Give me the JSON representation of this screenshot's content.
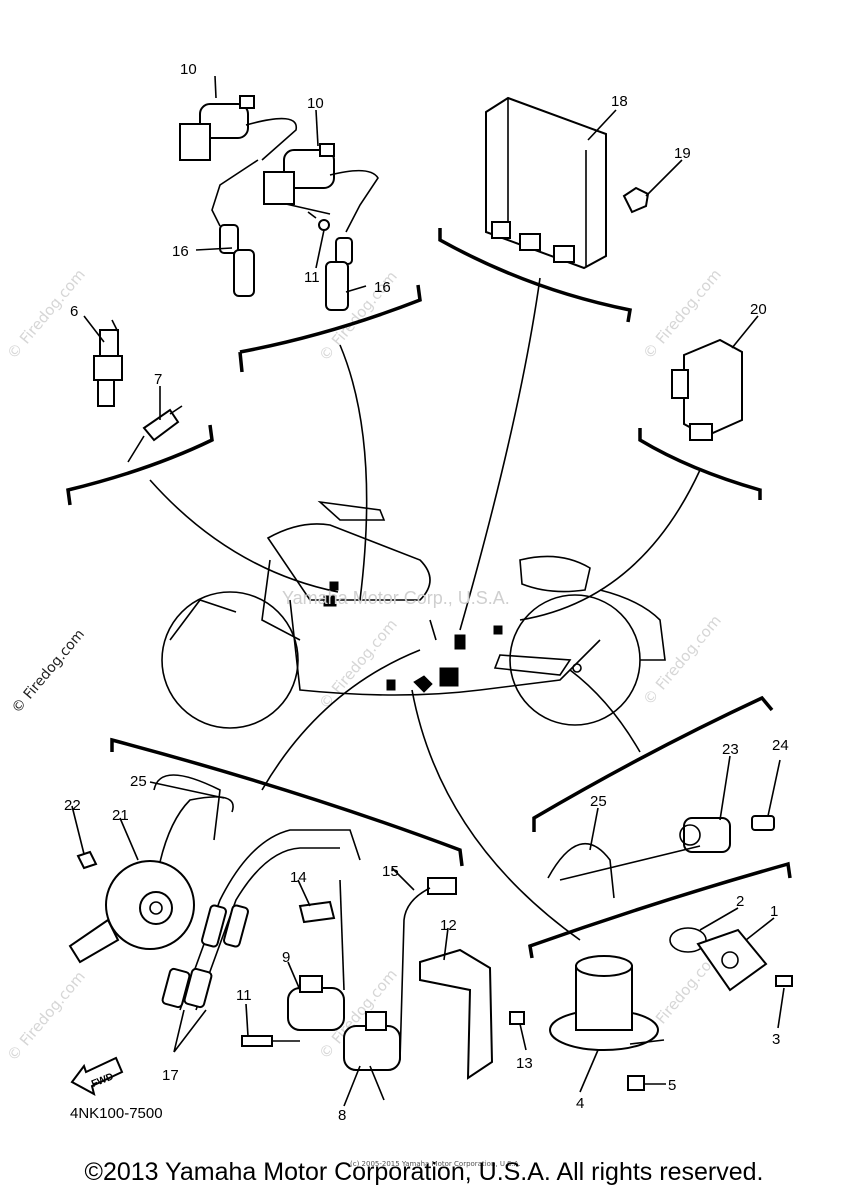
{
  "diagram": {
    "code": "4NK100-7500",
    "fwd_label": "FWD",
    "center_watermark": "Yamaha Motor Corp., U.S.A.",
    "watermark": "© Firedog.com",
    "callouts": [
      "1",
      "2",
      "3",
      "4",
      "5",
      "6",
      "7",
      "8",
      "9",
      "10",
      "10",
      "11",
      "11",
      "12",
      "13",
      "14",
      "15",
      "16",
      "16",
      "17",
      "18",
      "19",
      "20",
      "21",
      "22",
      "23",
      "24",
      "25",
      "25"
    ]
  },
  "footer": {
    "copyright": "©2013 Yamaha Motor Corporation, U.S.A. All rights reserved.",
    "fine_print": "(c) 2005-2015 Yamaha Motor Corporation, U.S.A."
  }
}
